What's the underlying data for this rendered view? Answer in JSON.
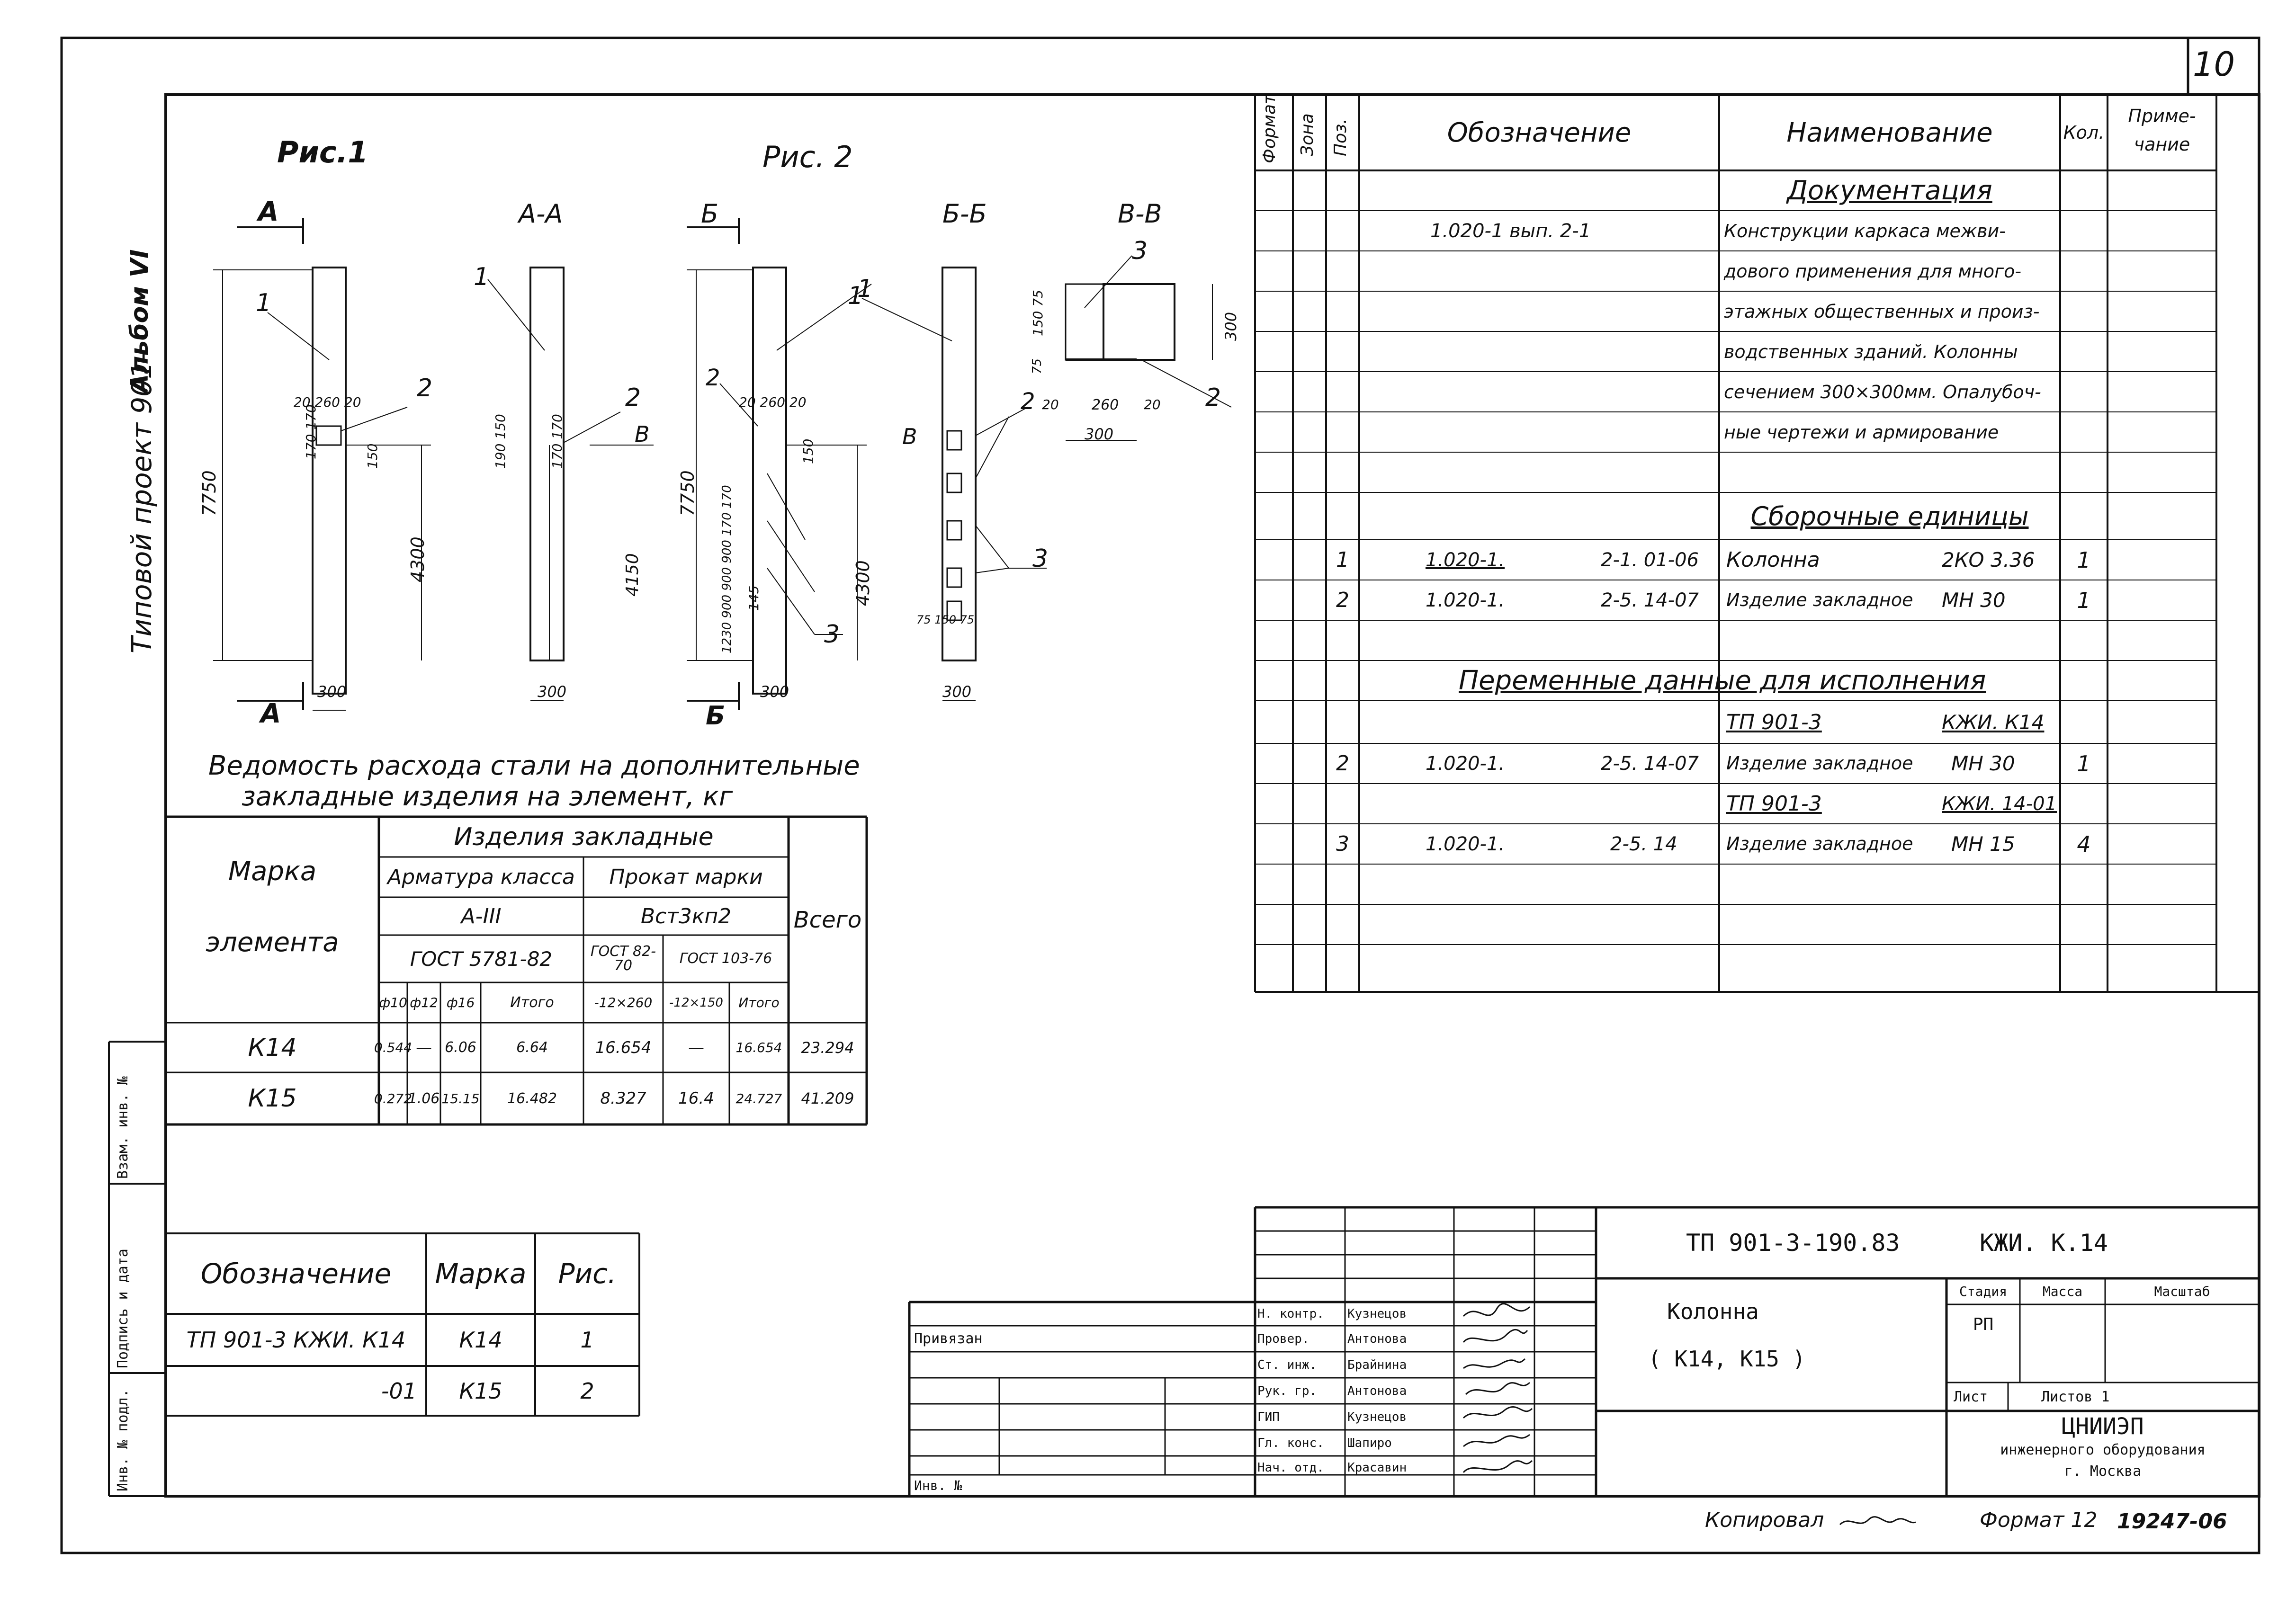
{
  "sheet": {
    "page_number": "10",
    "left_margin_title": "Типовой проект 901-",
    "album": "Альбом VI"
  },
  "left_stamps": [
    "Инв. № подл.",
    "Подпись и дата",
    "Взам. инв. №"
  ],
  "figures": {
    "fig1_title": "Рис.1",
    "fig2_title": "Рис. 2",
    "sections": {
      "a_mark": "А",
      "aa": "А-А",
      "b_mark": "Б",
      "bb": "Б-Б",
      "vv": "В-В",
      "v_mark": "В"
    },
    "leaders": {
      "n1": "1",
      "n2": "2",
      "n3": "3"
    },
    "dims": {
      "d7750": "7750",
      "d4300": "4300",
      "d4150": "4150",
      "d300": "300",
      "d20_260_20": "20 260 20",
      "d170_170": "170 170",
      "d150": "150",
      "d190_150": "190 150",
      "d1230_900": "1230 900 900 900 170 170",
      "d145": "145",
      "d75_150_75": "75 150 75",
      "d150_75": "150 75",
      "d75": "75",
      "d260": "260",
      "d20": "20"
    }
  },
  "steel_table": {
    "title_line1": "Ведомость расхода стали на дополнительные",
    "title_line2": "закладные изделия на элемент, кг",
    "col_mark": "Марка элемента",
    "col_mark_line1": "Марка",
    "col_mark_line2": "элемента",
    "group": "Изделия закладные",
    "sub_armatura": "Арматура класса",
    "sub_prokat": "Прокат марки",
    "arm_class": "А-III",
    "prokat_grade": "Вст3кп2",
    "gost_arm": "ГОСТ 5781-82",
    "gost_p1": "ГОСТ 82-70",
    "gost_p2": "ГОСТ 103-76",
    "col_total": "Всего",
    "cols": [
      "ф10",
      "ф12",
      "ф16",
      "Итого",
      "-12×260",
      "-12×150",
      "Итого"
    ],
    "rows": [
      {
        "mark": "К14",
        "values": [
          "0.544",
          "—",
          "6.06",
          "6.64",
          "16.654",
          "—",
          "16.654"
        ],
        "total": "23.294"
      },
      {
        "mark": "К15",
        "values": [
          "0.272",
          "1.06",
          "15.15",
          "16.482",
          "8.327",
          "16.4",
          "24.727"
        ],
        "total": "41.209"
      }
    ]
  },
  "designation_table": {
    "headers": [
      "Обозначение",
      "Марка",
      "Рис."
    ],
    "rows": [
      {
        "designation": "ТП 901-3   КЖИ. К14",
        "mark": "К14",
        "fig": "1"
      },
      {
        "designation": "-01",
        "mark": "К15",
        "fig": "2"
      }
    ]
  },
  "spec_table": {
    "headers": {
      "format": "Формат",
      "zone": "Зона",
      "pos": "Поз.",
      "designation": "Обозначение",
      "name": "Наименование",
      "qty": "Кол.",
      "note": "Приме-чание",
      "note_line1": "Приме-",
      "note_line2": "чание"
    },
    "section_docs": "Документация",
    "doc_designation": "1.020-1   вып. 2-1",
    "doc_lines": [
      "Конструкции каркаса межви-",
      "дового применения для много-",
      "этажных общественных и произ-",
      "водственных зданий. Колонны",
      "сечением 300×300мм. Опалубоч-",
      "ные чертежи и армирование"
    ],
    "section_assembly": "Сборочные единицы",
    "assembly_rows": [
      {
        "pos": "1",
        "designation": "1.020-1.",
        "sheet": "2-1. 01-06",
        "name": "Колонна",
        "mark": "2КО 3.36",
        "qty": "1"
      },
      {
        "pos": "2",
        "designation": "1.020-1.",
        "sheet": "2-5. 14-07",
        "name": "Изделие закладное",
        "mark": "МН 30",
        "qty": "1"
      }
    ],
    "section_variable": "Переменные данные для исполнения",
    "variants": [
      {
        "label": "ТП 901-3",
        "code": "КЖИ. К14",
        "pos": "2",
        "designation": "1.020-1.",
        "sheet": "2-5. 14-07",
        "name": "Изделие закладное",
        "mark": "МН 30",
        "qty": "1"
      },
      {
        "label": "ТП 901-3",
        "code": "КЖИ. 14-01",
        "pos": "3",
        "designation": "1.020-1.",
        "sheet": "2-5. 14",
        "name": "Изделие закладное",
        "mark": "МН 15",
        "qty": "4"
      }
    ]
  },
  "title_block": {
    "doc_number": "ТП 901-3-190.83",
    "doc_code": "КЖИ. К.14",
    "element_name": "Колонна",
    "element_marks": "( К14, К15 )",
    "col_stage": "Стадия",
    "col_mass": "Масса",
    "col_scale": "Масштаб",
    "stage": "РП",
    "sheet_label": "Лист",
    "sheets_label": "Листов 1",
    "org_line1": "ЦНИИЭП",
    "org_line2": "инженерного оборудования",
    "org_line3": "г. Москва",
    "bound_label": "Привязан",
    "inv_label": "Инв. №",
    "roles": [
      {
        "role": "Н. контр.",
        "name": "Кузнецов"
      },
      {
        "role": "Провер.",
        "name": "Антонова"
      },
      {
        "role": "Ст. инж.",
        "name": "Брайнина"
      },
      {
        "role": "Рук. гр.",
        "name": "Антонова"
      },
      {
        "role": "ГИП",
        "name": "Кузнецов"
      },
      {
        "role": "Гл. конс.",
        "name": "Шапиро"
      },
      {
        "role": "Нач. отд.",
        "name": "Красавин"
      }
    ]
  },
  "footer": {
    "copied": "Копировал",
    "format": "Формат 12",
    "archive_no": "19247-06"
  }
}
